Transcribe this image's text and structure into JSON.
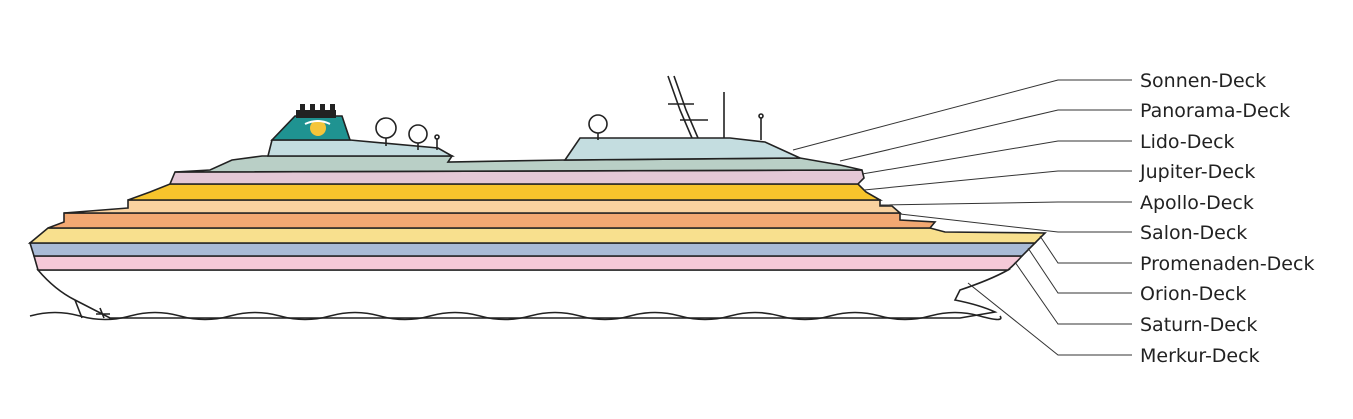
{
  "decks": [
    {
      "name": "Sonnen-Deck",
      "color": "#c4dde0"
    },
    {
      "name": "Panorama-Deck",
      "color": "#b9cfc6"
    },
    {
      "name": "Lido-Deck",
      "color": "#e4c8d6"
    },
    {
      "name": "Jupiter-Deck",
      "color": "#f7c42c"
    },
    {
      "name": "Apollo-Deck",
      "color": "#f9d2a0"
    },
    {
      "name": "Salon-Deck",
      "color": "#f2a872"
    },
    {
      "name": "Promenaden-Deck",
      "color": "#f8e08e"
    },
    {
      "name": "Orion-Deck",
      "color": "#a9bbd6"
    },
    {
      "name": "Saturn-Deck",
      "color": "#f5c9d8"
    },
    {
      "name": "Merkur-Deck",
      "color": "#ffffff"
    }
  ],
  "funnel_color": "#1f9391",
  "funnel_logo_color": "#f5c53a",
  "outline_color": "#222222"
}
